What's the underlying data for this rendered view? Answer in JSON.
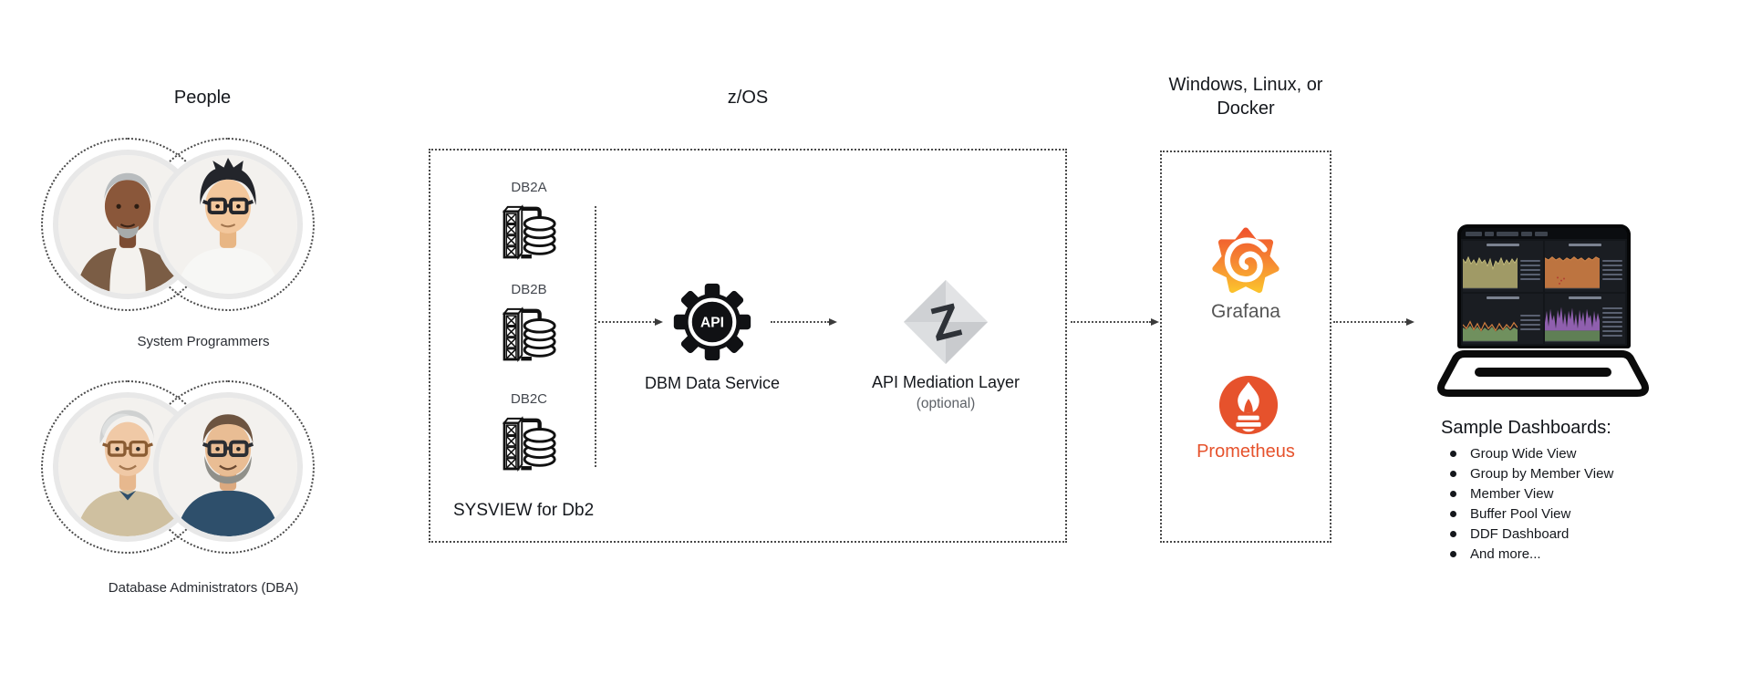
{
  "headers": {
    "people": "People",
    "zos": "z/OS",
    "platform": "Windows, Linux, or Docker"
  },
  "people": {
    "groups": [
      {
        "label": "System Programmers"
      },
      {
        "label": "Database Administrators (DBA)"
      }
    ]
  },
  "zos": {
    "db_subsystems": [
      {
        "label": "DB2A"
      },
      {
        "label": "DB2B"
      },
      {
        "label": "DB2C"
      }
    ],
    "sysview_label": "SYSVIEW for Db2",
    "dbm_service_label": "DBM Data Service",
    "api_gear_text": "API",
    "mediation_layer_label": "API Mediation Layer",
    "mediation_layer_note": "(optional)",
    "zowe_letter": "Z"
  },
  "platform_box": {
    "grafana_label": "Grafana",
    "prometheus_label": "Prometheus"
  },
  "dashboards": {
    "title": "Sample Dashboards:",
    "items": [
      "Group Wide View",
      "Group by Member View",
      "Member View",
      "Buffer Pool View",
      "DDF Dashboard",
      "And more..."
    ]
  },
  "colors": {
    "grafana_orange": "#F0542D",
    "grafana_yellow": "#FBC02D",
    "grafana_text_gray": "#555555",
    "prometheus_orange": "#E6522C",
    "arrow_gray": "#515151",
    "ink": "#15181d"
  }
}
